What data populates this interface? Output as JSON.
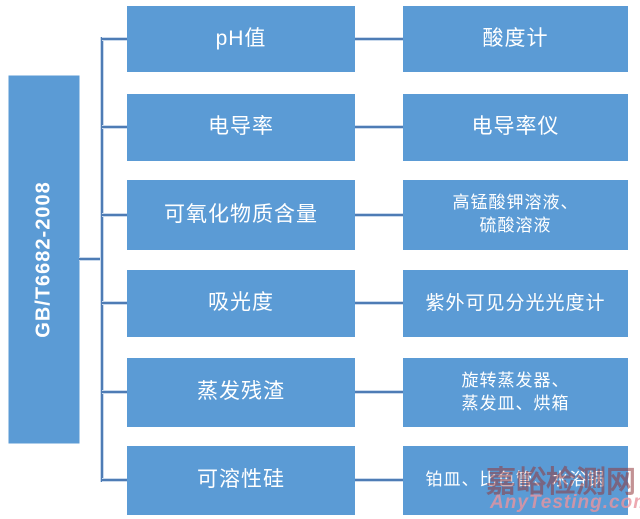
{
  "diagram": {
    "root_label": "GB/T6682-2008",
    "rows": [
      {
        "param": "pH值",
        "instrument_lines": [
          "酸度计"
        ]
      },
      {
        "param": "电导率",
        "instrument_lines": [
          "电导率仪"
        ]
      },
      {
        "param": "可氧化物质含量",
        "instrument_lines": [
          "高锰酸钾溶液、",
          "硫酸溶液"
        ]
      },
      {
        "param": "吸光度",
        "instrument_lines": [
          "紫外可见分光光度计"
        ]
      },
      {
        "param": "蒸发残渣",
        "instrument_lines": [
          "旋转蒸发器、",
          "蒸发皿、烘箱"
        ]
      },
      {
        "param": "可溶性硅",
        "instrument_lines": [
          "铂皿、比色管、水浴锅"
        ]
      }
    ]
  },
  "watermark": {
    "site_name_cn": "嘉峪检测网",
    "site_name_en": "AnyTesting.com"
  },
  "colors": {
    "node_fill": "#5B9BD5",
    "node_text": "#FFFFFF",
    "connector": "#4E7CB5",
    "watermark_cn": "#92393D",
    "watermark_en": "#E8949D"
  }
}
